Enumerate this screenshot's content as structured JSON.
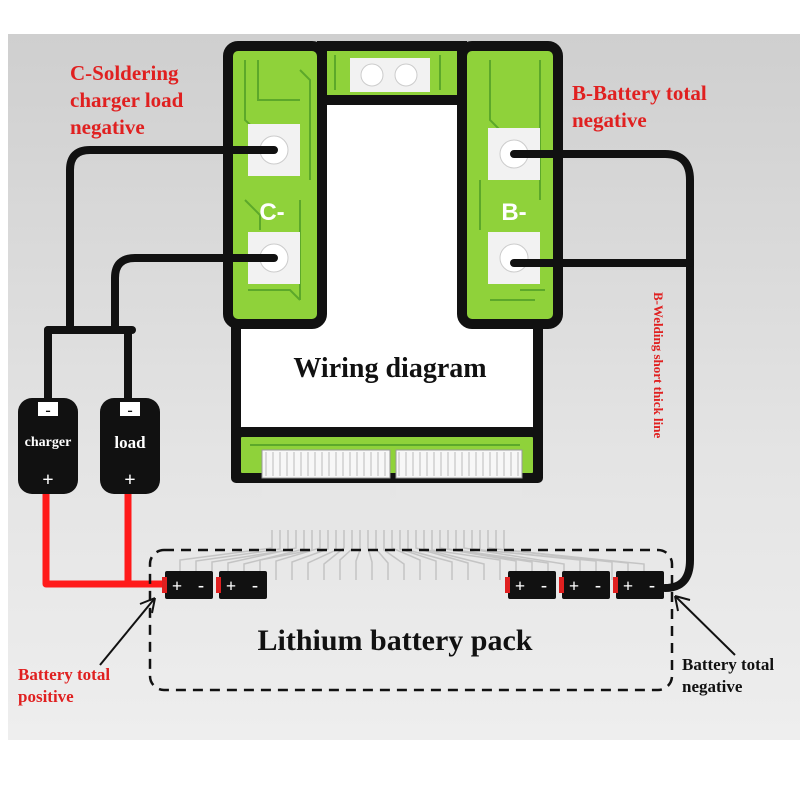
{
  "colors": {
    "background_top": "#d2d2d2",
    "background_bottom": "#ececec",
    "pcb_green": "#8fd23a",
    "pcb_trace": "#5ca82a",
    "label_red": "#e02020",
    "wire_black": "#111111",
    "wire_red": "#ff1a1a"
  },
  "labels": {
    "c_soldering": [
      "C-Soldering",
      "charger load",
      "negative"
    ],
    "b_battery_total_negative": [
      "B-Battery total",
      "negative"
    ],
    "wiring_diagram": "Wiring diagram",
    "b_welding": "B-Welding short thick line",
    "battery_pack": "Lithium battery pack",
    "battery_total_positive": [
      "Battery total",
      "positive"
    ],
    "battery_total_negative": [
      "Battery total",
      "negative"
    ],
    "c_minus": "C-",
    "b_minus": "B-"
  },
  "devices": {
    "charger": {
      "name": "charger",
      "neg": "-",
      "pos": "+"
    },
    "load": {
      "name": "load",
      "neg": "-",
      "pos": "+"
    }
  },
  "cell_symbols": {
    "pos": "+",
    "neg": "-"
  }
}
